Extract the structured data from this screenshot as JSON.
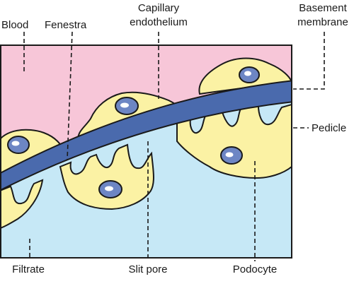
{
  "labels": {
    "blood": "Blood",
    "fenestra": "Fenestra",
    "capillary_line1": "Capillary",
    "capillary_line2": "endothelium",
    "basement_line1": "Basement",
    "basement_line2": "membrane",
    "pedicle": "Pedicle",
    "filtrate": "Filtrate",
    "slit_pore": "Slit pore",
    "podocyte": "Podocyte"
  },
  "colors": {
    "blood": "#f7c6d8",
    "filtrate": "#c6e8f6",
    "cell": "#fbf2a4",
    "membrane": "#4a6aad",
    "nucleus": "#6d86c4",
    "nucleolus": "#ffffff",
    "outline": "#1a1a1a"
  }
}
